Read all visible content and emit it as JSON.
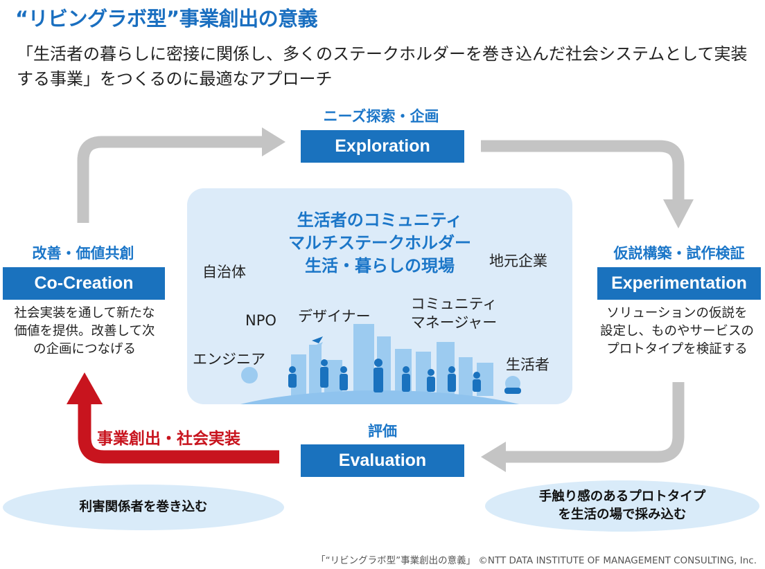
{
  "header": {
    "title": "“リビングラボ型”事業創出の意義",
    "subtitle": "「生活者の暮らしに密接に関係し、多くのステークホルダーを巻き込んだ社会システムとして実装する事業」をつくるのに最適なアプローチ"
  },
  "phases": {
    "exploration": {
      "label": "ニーズ探索・企画",
      "box": "Exploration"
    },
    "experimentation": {
      "label": "仮説構築・試作検証",
      "box": "Experimentation",
      "desc": [
        "ソリューションの仮説を",
        "設定し、ものやサービスの",
        "プロトタイプを検証する"
      ]
    },
    "evaluation": {
      "label": "評価",
      "box": "Evaluation"
    },
    "cocreation": {
      "label": "改善・価値共創",
      "box": "Co-Creation",
      "desc": [
        "社会実装を通して新たな",
        "価値を提供。改善して次",
        "の企画につなげる"
      ]
    }
  },
  "center": {
    "titles": [
      "生活者のコミュニティ",
      "マルチステークホルダー",
      "生活・暮らしの現場"
    ],
    "stakeholders": {
      "local_gov": "自治体",
      "local_company": "地元企業",
      "npo": "NPO",
      "designer": "デザイナー",
      "community_manager": [
        "コミュニティ",
        "マネージャー"
      ],
      "engineer": "エンジニア",
      "citizen": "生活者"
    }
  },
  "red_arrow_label": "事業創出・社会実装",
  "ellipses": {
    "left": "利害関係者を巻き込む",
    "right": [
      "手触り感のあるプロトタイプ",
      "を生活の場で採み込む"
    ]
  },
  "footer": "「“リビングラボ型”事業創出の意義」 ©NTT DATA INSTITUTE OF MANAGEMENT CONSULTING, Inc.",
  "colors": {
    "accent_blue": "#1a72be",
    "label_blue": "#1b76c8",
    "panel_bg": "#dcebf9",
    "arrow_gray": "#c4c4c4",
    "arrow_red": "#c8141e"
  }
}
